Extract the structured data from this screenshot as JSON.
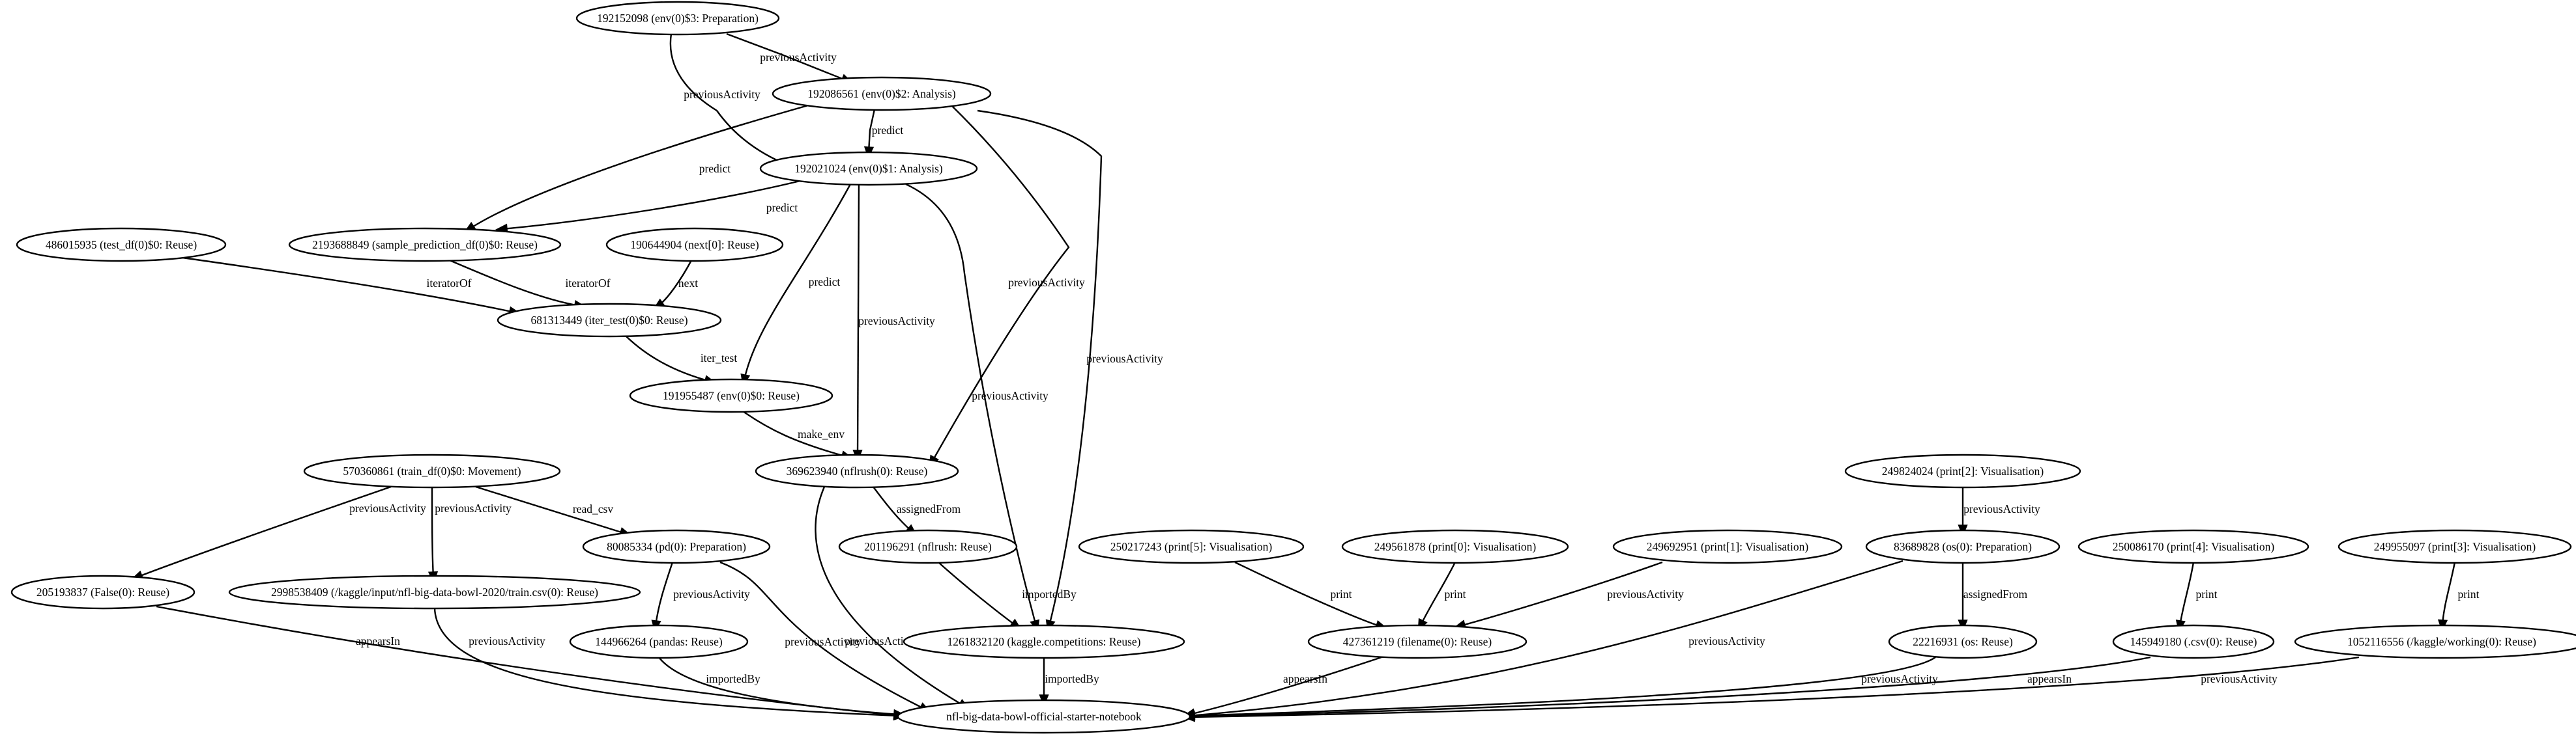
{
  "nodes": {
    "n192152098": "192152098 (env(0)$3: Preparation)",
    "n192086561": "192086561 (env(0)$2: Analysis)",
    "n192021024": "192021024 (env(0)$1: Analysis)",
    "n486015935": "486015935 (test_df(0)$0: Reuse)",
    "n2193688849": "2193688849 (sample_prediction_df(0)$0: Reuse)",
    "n190644904": "190644904 (next[0]: Reuse)",
    "n681313449": "681313449 (iter_test(0)$0: Reuse)",
    "n191955487": "191955487 (env(0)$0: Reuse)",
    "n570360861": "570360861 (train_df(0)$0: Movement)",
    "n369623940": "369623940 (nflrush(0): Reuse)",
    "n249824024": "249824024 (print[2]: Visualisation)",
    "n205193837": "205193837 (False(0): Reuse)",
    "n2998538409": "2998538409 (/kaggle/input/nfl-big-data-bowl-2020/train.csv(0): Reuse)",
    "n80085334": "80085334 (pd(0): Preparation)",
    "n201196291": "201196291 (nflrush: Reuse)",
    "n250217243": "250217243 (print[5]: Visualisation)",
    "n249561878": "249561878 (print[0]: Visualisation)",
    "n249692951": "249692951 (print[1]: Visualisation)",
    "n83689828": "83689828 (os(0): Preparation)",
    "n250086170": "250086170 (print[4]: Visualisation)",
    "n249955097": "249955097 (print[3]: Visualisation)",
    "n144966264": "144966264 (pandas: Reuse)",
    "n1261832120": "1261832120 (kaggle.competitions: Reuse)",
    "n427361219": "427361219 (filename(0): Reuse)",
    "n22216931": "22216931 (os: Reuse)",
    "n145949180": "145949180 (.csv(0): Reuse)",
    "n1052116556": "1052116556 (/kaggle/working(0): Reuse)",
    "notebook": "nfl-big-data-bowl-official-starter-notebook"
  },
  "edges": [
    {
      "from": "n192152098",
      "to": "n192086561",
      "label": "previousActivity"
    },
    {
      "from": "n192152098",
      "to": "n192021024",
      "label": "previousActivity"
    },
    {
      "from": "n192086561",
      "to": "n192021024",
      "label": "predict"
    },
    {
      "from": "n192086561",
      "to": "n2193688849",
      "label": "predict"
    },
    {
      "from": "n192086561",
      "to": "n369623940",
      "label": "previousActivity"
    },
    {
      "from": "n192086561",
      "to": "n1261832120",
      "label": "previousActivity"
    },
    {
      "from": "n192021024",
      "to": "n2193688849",
      "label": "predict"
    },
    {
      "from": "n192021024",
      "to": "n191955487",
      "label": "predict"
    },
    {
      "from": "n192021024",
      "to": "n369623940",
      "label": "previousActivity"
    },
    {
      "from": "n192021024",
      "to": "n1261832120",
      "label": "previousActivity"
    },
    {
      "from": "n486015935",
      "to": "n681313449",
      "label": "iteratorOf"
    },
    {
      "from": "n2193688849",
      "to": "n681313449",
      "label": "iteratorOf"
    },
    {
      "from": "n190644904",
      "to": "n681313449",
      "label": "next"
    },
    {
      "from": "n681313449",
      "to": "n191955487",
      "label": "iter_test"
    },
    {
      "from": "n191955487",
      "to": "n369623940",
      "label": "make_env"
    },
    {
      "from": "n570360861",
      "to": "n205193837",
      "label": "previousActivity"
    },
    {
      "from": "n570360861",
      "to": "n2998538409",
      "label": "previousActivity"
    },
    {
      "from": "n570360861",
      "to": "n80085334",
      "label": "read_csv"
    },
    {
      "from": "n369623940",
      "to": "n201196291",
      "label": "assignedFrom"
    },
    {
      "from": "n369623940",
      "to": "notebook",
      "label": "previousActivity"
    },
    {
      "from": "n80085334",
      "to": "n144966264",
      "label": "previousActivity"
    },
    {
      "from": "n80085334",
      "to": "notebook",
      "label": "previousActivity"
    },
    {
      "from": "n201196291",
      "to": "n1261832120",
      "label": "importedBy"
    },
    {
      "from": "n205193837",
      "to": "notebook",
      "label": "appearsIn"
    },
    {
      "from": "n2998538409",
      "to": "notebook",
      "label": "previousActivity"
    },
    {
      "from": "n144966264",
      "to": "notebook",
      "label": "importedBy"
    },
    {
      "from": "n1261832120",
      "to": "notebook",
      "label": "importedBy"
    },
    {
      "from": "n250217243",
      "to": "n427361219",
      "label": "print"
    },
    {
      "from": "n249561878",
      "to": "n427361219",
      "label": "print"
    },
    {
      "from": "n249692951",
      "to": "n427361219",
      "label": "previousActivity"
    },
    {
      "from": "n249824024",
      "to": "n83689828",
      "label": "previousActivity"
    },
    {
      "from": "n83689828",
      "to": "n22216931",
      "label": "assignedFrom"
    },
    {
      "from": "n83689828",
      "to": "notebook",
      "label": "previousActivity"
    },
    {
      "from": "n250086170",
      "to": "n145949180",
      "label": "print"
    },
    {
      "from": "n249955097",
      "to": "n1052116556",
      "label": "print"
    },
    {
      "from": "n427361219",
      "to": "notebook",
      "label": "appearsIn"
    },
    {
      "from": "n22216931",
      "to": "notebook",
      "label": "previousActivity"
    },
    {
      "from": "n145949180",
      "to": "notebook",
      "label": "appearsIn"
    },
    {
      "from": "n1052116556",
      "to": "notebook",
      "label": "previousActivity"
    }
  ]
}
